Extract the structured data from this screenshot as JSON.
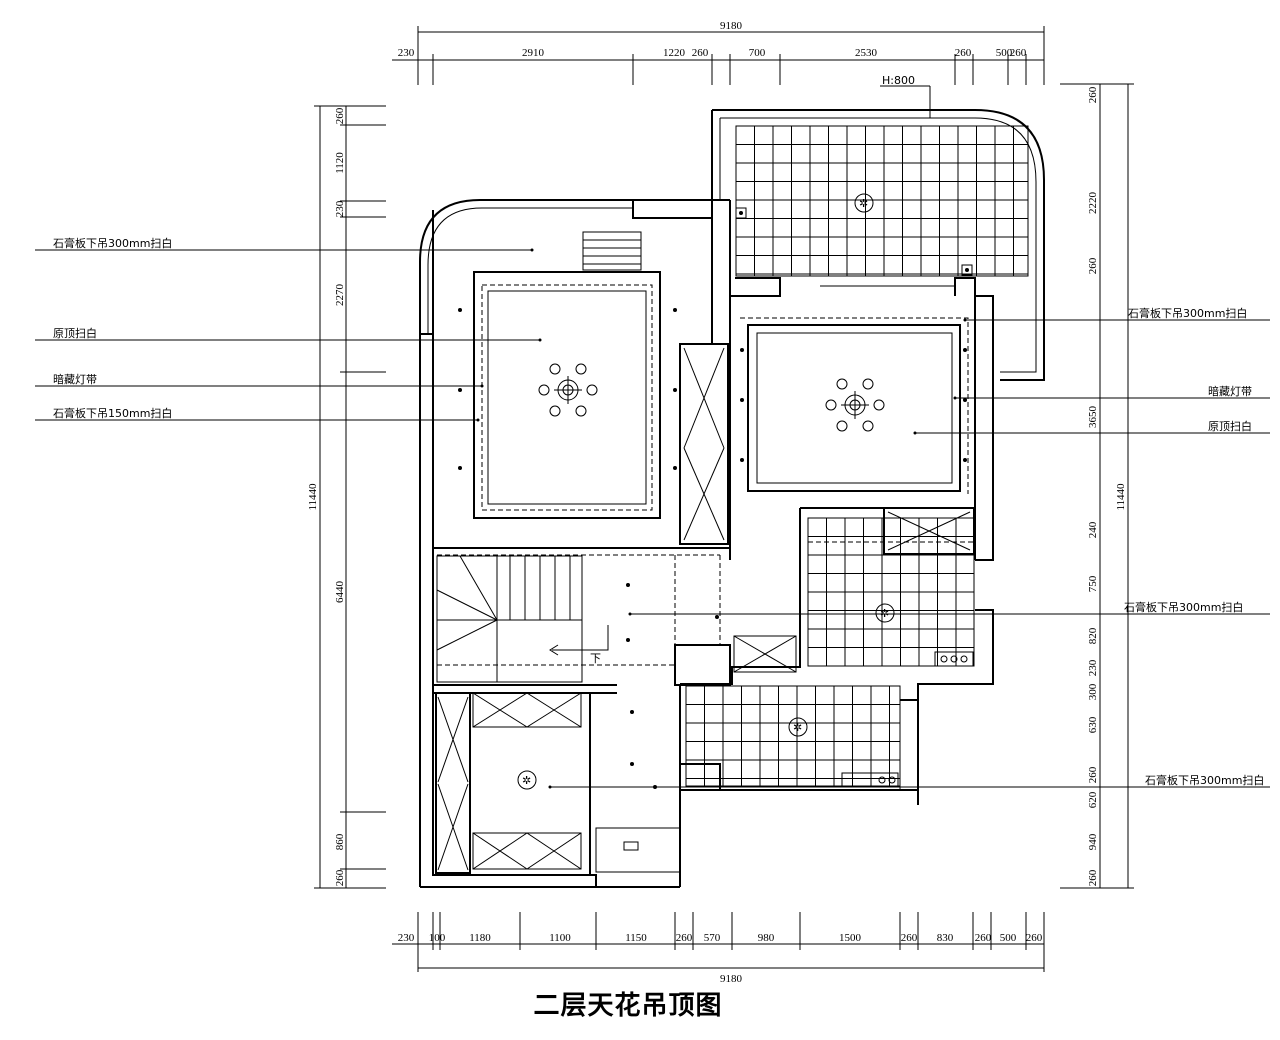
{
  "title": "二层天花吊顶图",
  "top_dims": {
    "total": "9180",
    "segments": [
      "230",
      "2910",
      "1220",
      "260",
      "700",
      "2530",
      "260",
      "500",
      "260"
    ]
  },
  "bottom_dims": {
    "total": "9180",
    "segments": [
      "230",
      "100",
      "1180",
      "1100",
      "1150",
      "260",
      "570",
      "980",
      "1500",
      "260",
      "830",
      "260",
      "500",
      "260"
    ]
  },
  "left_dims": {
    "total": "11440",
    "segments": [
      "260",
      "1120",
      "230",
      "2270",
      "6440",
      "860",
      "260"
    ]
  },
  "right_dims": {
    "total": "11440",
    "segments": [
      "260",
      "2220",
      "260",
      "3650",
      "240",
      "750",
      "820",
      "230",
      "300",
      "630",
      "260",
      "620",
      "940",
      "260"
    ]
  },
  "height_mark": "H:800",
  "stair_label": "下",
  "left_notes": [
    "石膏板下吊300mm扫白",
    "原顶扫白",
    "暗藏灯带",
    "石膏板下吊150mm扫白"
  ],
  "right_notes": [
    "石膏板下吊300mm扫白",
    "暗藏灯带",
    "原顶扫白",
    "石膏板下吊300mm扫白",
    "石膏板下吊300mm扫白"
  ]
}
